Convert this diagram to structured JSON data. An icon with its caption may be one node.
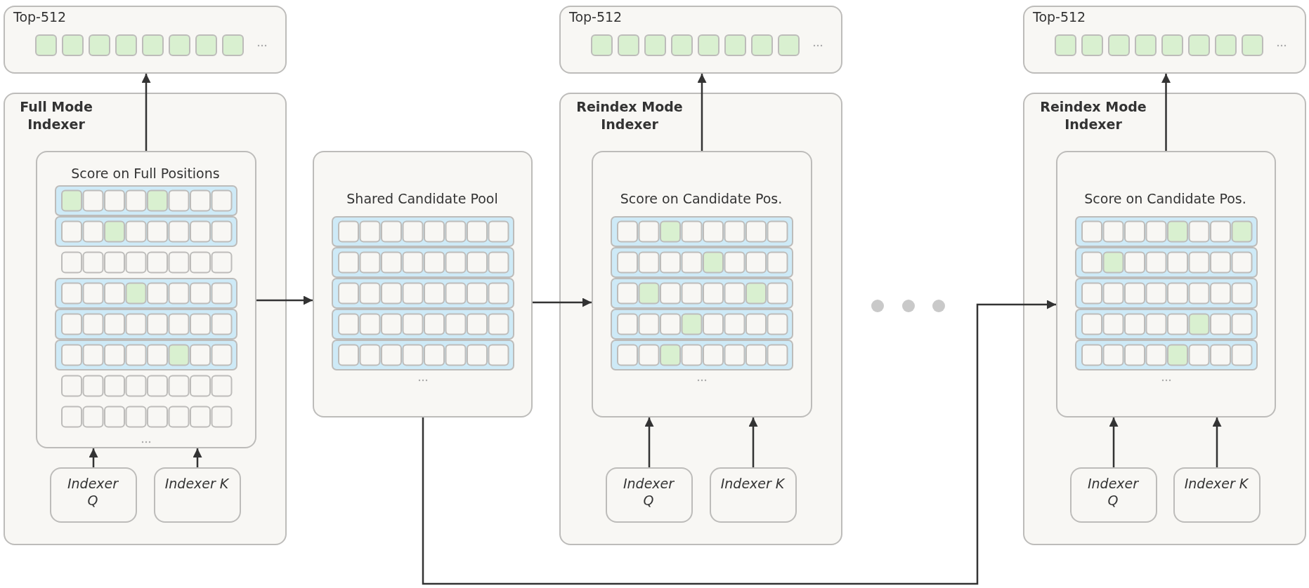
{
  "diagram": {
    "nodes": [
      {
        "text": [
          "Top-512"
        ]
      },
      {
        "text": [
          "Full Mode Indexer"
        ]
      },
      {
        "text": [
          "Score on Full Positions"
        ],
        "in": 1
      },
      {
        "text": [
          "Indexer Q"
        ],
        "in": 1
      },
      {
        "text": [
          "Indexer K"
        ],
        "in": 1
      },
      {
        "text": [
          "Shared Candidate Pool"
        ]
      },
      {
        "text": [
          "Top-512"
        ]
      },
      {
        "text": [
          "Reindex Mode Indexer"
        ]
      },
      {
        "text": [
          "Score on Candidate Pos."
        ],
        "in": 7
      },
      {
        "text": [
          "Indexer Q"
        ],
        "in": 7
      },
      {
        "text": [
          "Indexer K"
        ],
        "in": 7
      },
      {
        "text": [
          "Top-512"
        ]
      },
      {
        "text": [
          "Reindex Mode Indexer"
        ]
      },
      {
        "text": [
          "Score on Candidate Pos."
        ],
        "in": 12
      },
      {
        "text": [
          "Indexer Q"
        ],
        "in": 12
      },
      {
        "text": [
          "Indexer K"
        ],
        "in": 12
      }
    ],
    "edges": [
      {
        "from": 2,
        "to": 0,
        "arrow": "to"
      },
      {
        "from": 3,
        "to": 2,
        "arrow": "to"
      },
      {
        "from": 4,
        "to": 2,
        "arrow": "to"
      },
      {
        "from": 2,
        "to": 5,
        "arrow": "to"
      },
      {
        "from": 5,
        "to": 8,
        "arrow": "to"
      },
      {
        "from": 8,
        "to": 6,
        "arrow": "to"
      },
      {
        "from": 9,
        "to": 8,
        "arrow": "to"
      },
      {
        "from": 10,
        "to": 8,
        "arrow": "to"
      },
      {
        "from": 5,
        "to": 13,
        "arrow": "to"
      },
      {
        "from": 13,
        "to": 11,
        "arrow": "to"
      },
      {
        "from": 14,
        "to": 13,
        "arrow": "to"
      },
      {
        "from": 15,
        "to": 13,
        "arrow": "to"
      }
    ]
  }
}
